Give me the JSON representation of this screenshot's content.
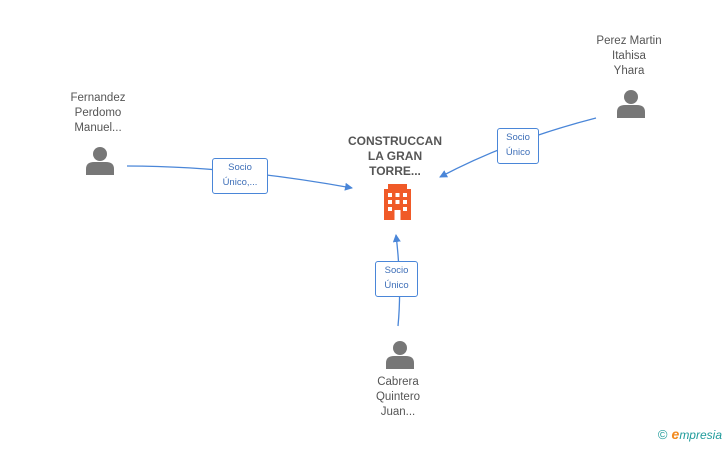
{
  "center_node": {
    "label_lines": [
      "CONSTRUCCAN",
      "LA GRAN",
      "TORRE..."
    ],
    "icon": "building-icon",
    "color": "#f05a28"
  },
  "persons": [
    {
      "label_lines": [
        "Fernandez",
        "Perdomo",
        "Manuel..."
      ],
      "icon": "person-icon"
    },
    {
      "label_lines": [
        "Perez Martin",
        "Itahisa",
        "Yhara"
      ],
      "icon": "person-icon"
    },
    {
      "label_lines": [
        "Cabrera",
        "Quintero",
        "Juan..."
      ],
      "icon": "person-icon"
    }
  ],
  "edges": [
    {
      "label_lines": [
        "Socio",
        "Único,..."
      ]
    },
    {
      "label_lines": [
        "Socio",
        "Único"
      ]
    },
    {
      "label_lines": [
        "Socio",
        "Único"
      ]
    }
  ],
  "colors": {
    "edge": "#4a86d8",
    "person_icon": "#777777",
    "text": "#555555"
  },
  "brand": {
    "copyright": "©",
    "initial": "e",
    "name": "mpresia"
  }
}
